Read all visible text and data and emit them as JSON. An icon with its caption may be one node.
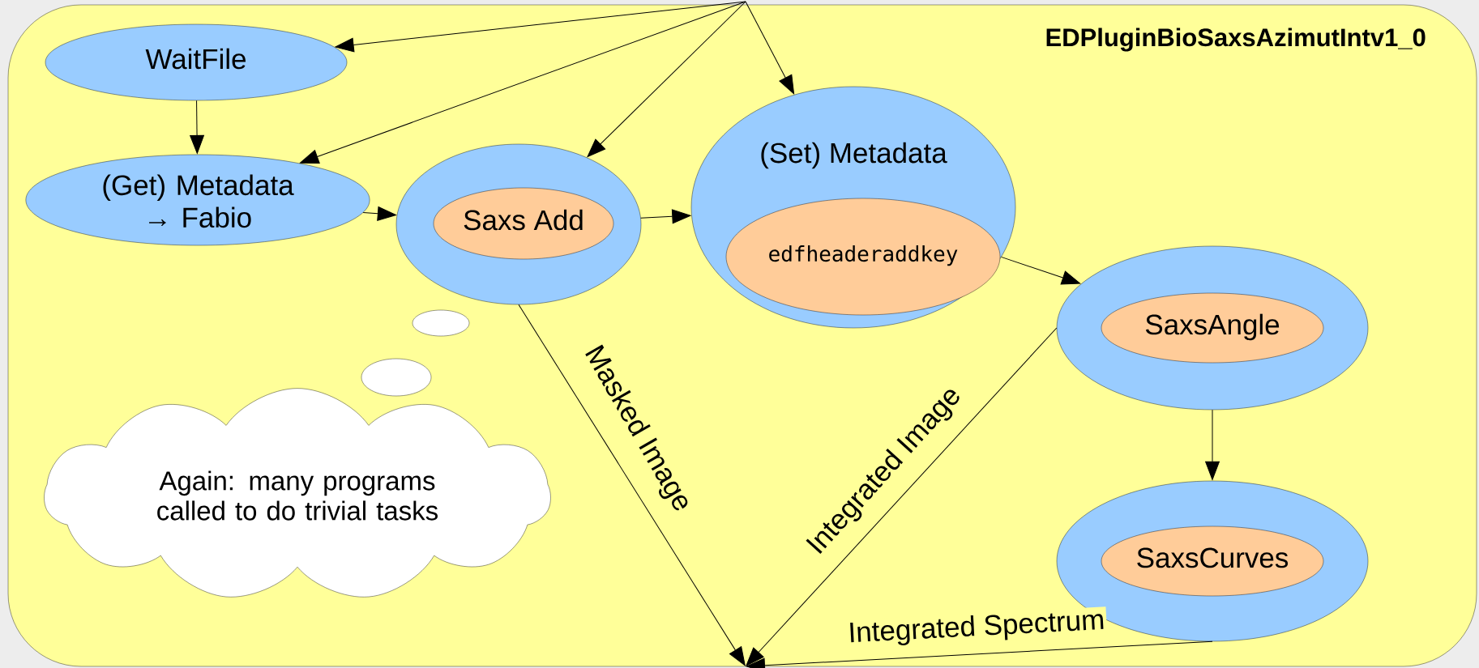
{
  "diagram": {
    "nodes": [
      {
        "text": [
          "EDPluginBioSaxsAzimutIntv1_0"
        ]
      },
      {
        "text": [
          "WaitFile"
        ],
        "in": 0
      },
      {
        "text": [
          "(Get) Metadata → Fabio"
        ],
        "in": 0
      },
      {
        "text": [],
        "shape": "ellipse",
        "in": 0
      },
      {
        "text": [
          "Saxs Add"
        ],
        "in": 3
      },
      {
        "text": [
          "(Set) Metadata"
        ],
        "in": 0
      },
      {
        "text": [
          "edfheaderaddkey"
        ],
        "in": 5
      },
      {
        "text": [],
        "shape": "ellipse",
        "in": 0
      },
      {
        "text": [
          "SaxsAngle"
        ],
        "in": 7
      },
      {
        "text": [],
        "shape": "ellipse",
        "in": 0
      },
      {
        "text": [
          "SaxsCurves"
        ],
        "in": 9
      },
      {
        "text": [
          "Again: many programs called to do trivial tasks"
        ],
        "in": 0
      }
    ],
    "edges": [
      {
        "from": null,
        "to": 1,
        "arrow": "to"
      },
      {
        "from": null,
        "to": 2,
        "arrow": "to"
      },
      {
        "from": null,
        "to": 3,
        "arrow": "to"
      },
      {
        "from": null,
        "to": 5,
        "arrow": "to"
      },
      {
        "from": 1,
        "to": 2,
        "arrow": "to"
      },
      {
        "from": 2,
        "to": 3,
        "arrow": "to"
      },
      {
        "from": 3,
        "to": 5,
        "arrow": "to"
      },
      {
        "from": 5,
        "to": 7,
        "arrow": "to"
      },
      {
        "from": 7,
        "to": 9,
        "arrow": "to"
      },
      {
        "from": 3,
        "to": null,
        "arrow": "to",
        "label": "Masked Image"
      },
      {
        "from": 7,
        "to": null,
        "arrow": "to",
        "label": "Integrated Image"
      },
      {
        "from": 9,
        "to": null,
        "arrow": "to",
        "label": "Integrated Spectrum"
      }
    ]
  }
}
